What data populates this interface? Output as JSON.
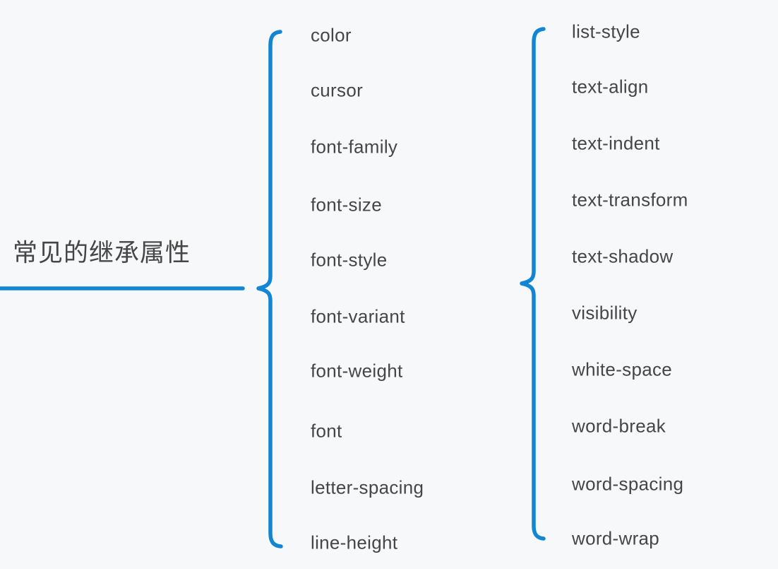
{
  "canvas": {
    "bg": "#f7f8fa",
    "accent": "#1386d3",
    "text_color": "#464646"
  },
  "root_topic": {
    "label": "常见的继承属性"
  },
  "left_group": {
    "items": [
      "color",
      "cursor",
      "font-family",
      "font-size",
      "font-style",
      "font-variant",
      "font-weight",
      "font",
      "letter-spacing",
      "line-height"
    ]
  },
  "right_group": {
    "items": [
      "list-style",
      "text-align",
      "text-indent",
      "text-transform",
      "text-shadow",
      "visibility",
      "white-space",
      "word-break",
      "word-spacing",
      "word-wrap"
    ]
  }
}
